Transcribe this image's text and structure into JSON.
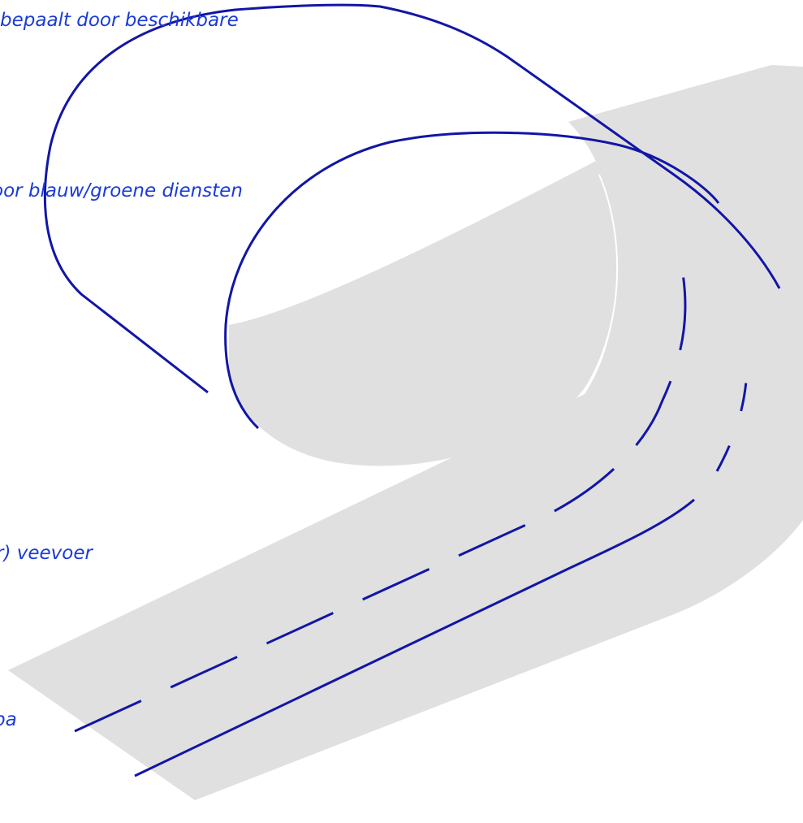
{
  "labels": [
    {
      "id": "label-1",
      "text": "bepaalt door beschikbare"
    },
    {
      "id": "label-2",
      "text": "oor blauw/groene diensten"
    },
    {
      "id": "label-3",
      "text": "r) veevoer"
    },
    {
      "id": "label-4",
      "text": "pa"
    }
  ],
  "colors": {
    "background": "#ffffff",
    "road": "#e0e0e0",
    "line": "#1216a6",
    "text": "#1a3bd8",
    "inner_edge": "#ffffff"
  }
}
